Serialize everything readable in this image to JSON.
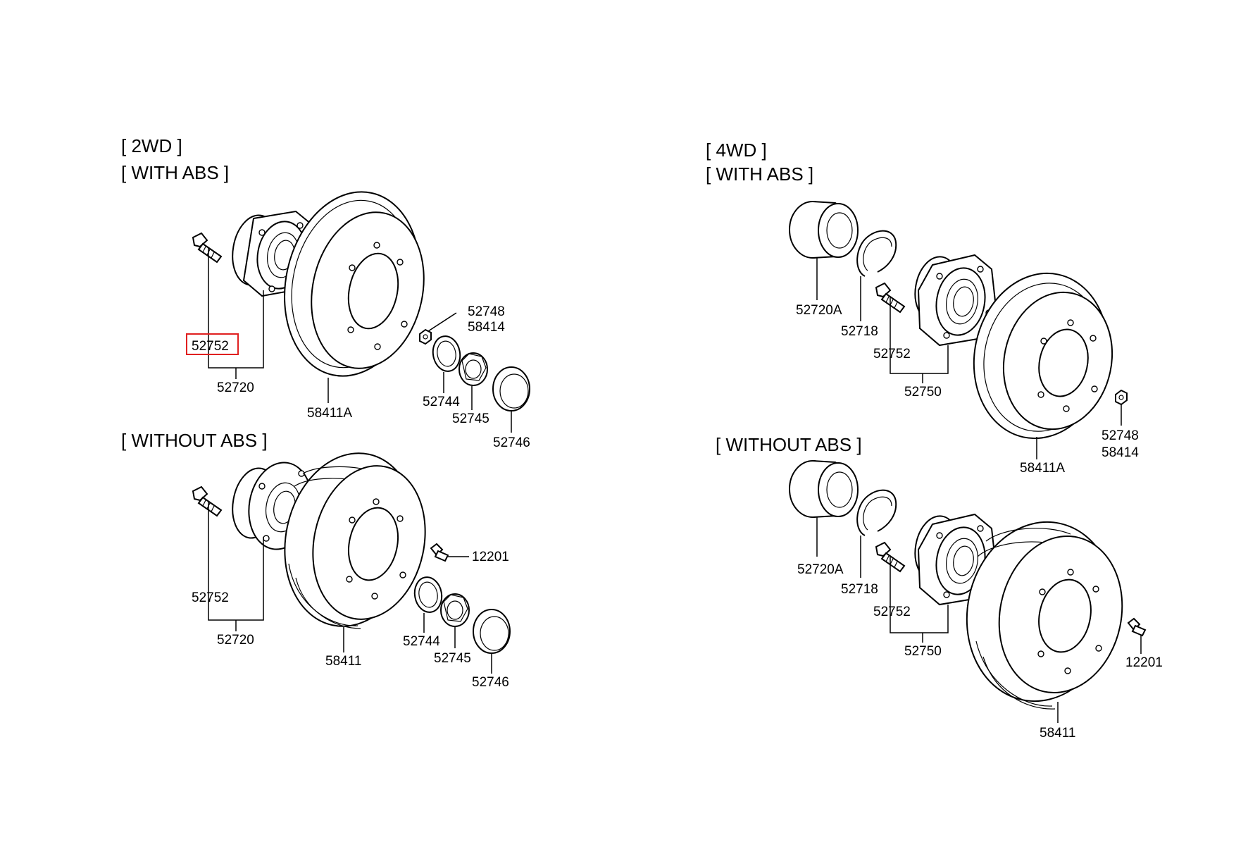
{
  "headings": {
    "left_drive": "[ 2WD ]",
    "left_with_abs": "[ WITH ABS ]",
    "left_without_abs": "[ WITHOUT ABS ]",
    "right_drive": "[ 4WD ]",
    "right_with_abs": "[ WITH ABS ]",
    "right_without_abs": "[ WITHOUT ABS ]"
  },
  "highlight_color": "#e02020",
  "parts": {
    "tl": {
      "bolt": "52752",
      "hub": "52720",
      "disc": "58411A",
      "nut_a": "52748",
      "nut_b": "58414",
      "washer": "52744",
      "locknut": "52745",
      "cap": "52746"
    },
    "bl": {
      "bolt": "52752",
      "hub": "52720",
      "drum": "58411",
      "screw": "12201",
      "washer": "52744",
      "locknut": "52745",
      "cap": "52746"
    },
    "tr": {
      "bearing": "52720A",
      "snap_ring": "52718",
      "bolt": "52752",
      "hub": "52750",
      "disc": "58411A",
      "nut_a": "52748",
      "nut_b": "58414"
    },
    "br": {
      "bearing": "52720A",
      "snap_ring": "52718",
      "bolt": "52752",
      "hub": "52750",
      "drum": "58411",
      "screw": "12201"
    }
  }
}
